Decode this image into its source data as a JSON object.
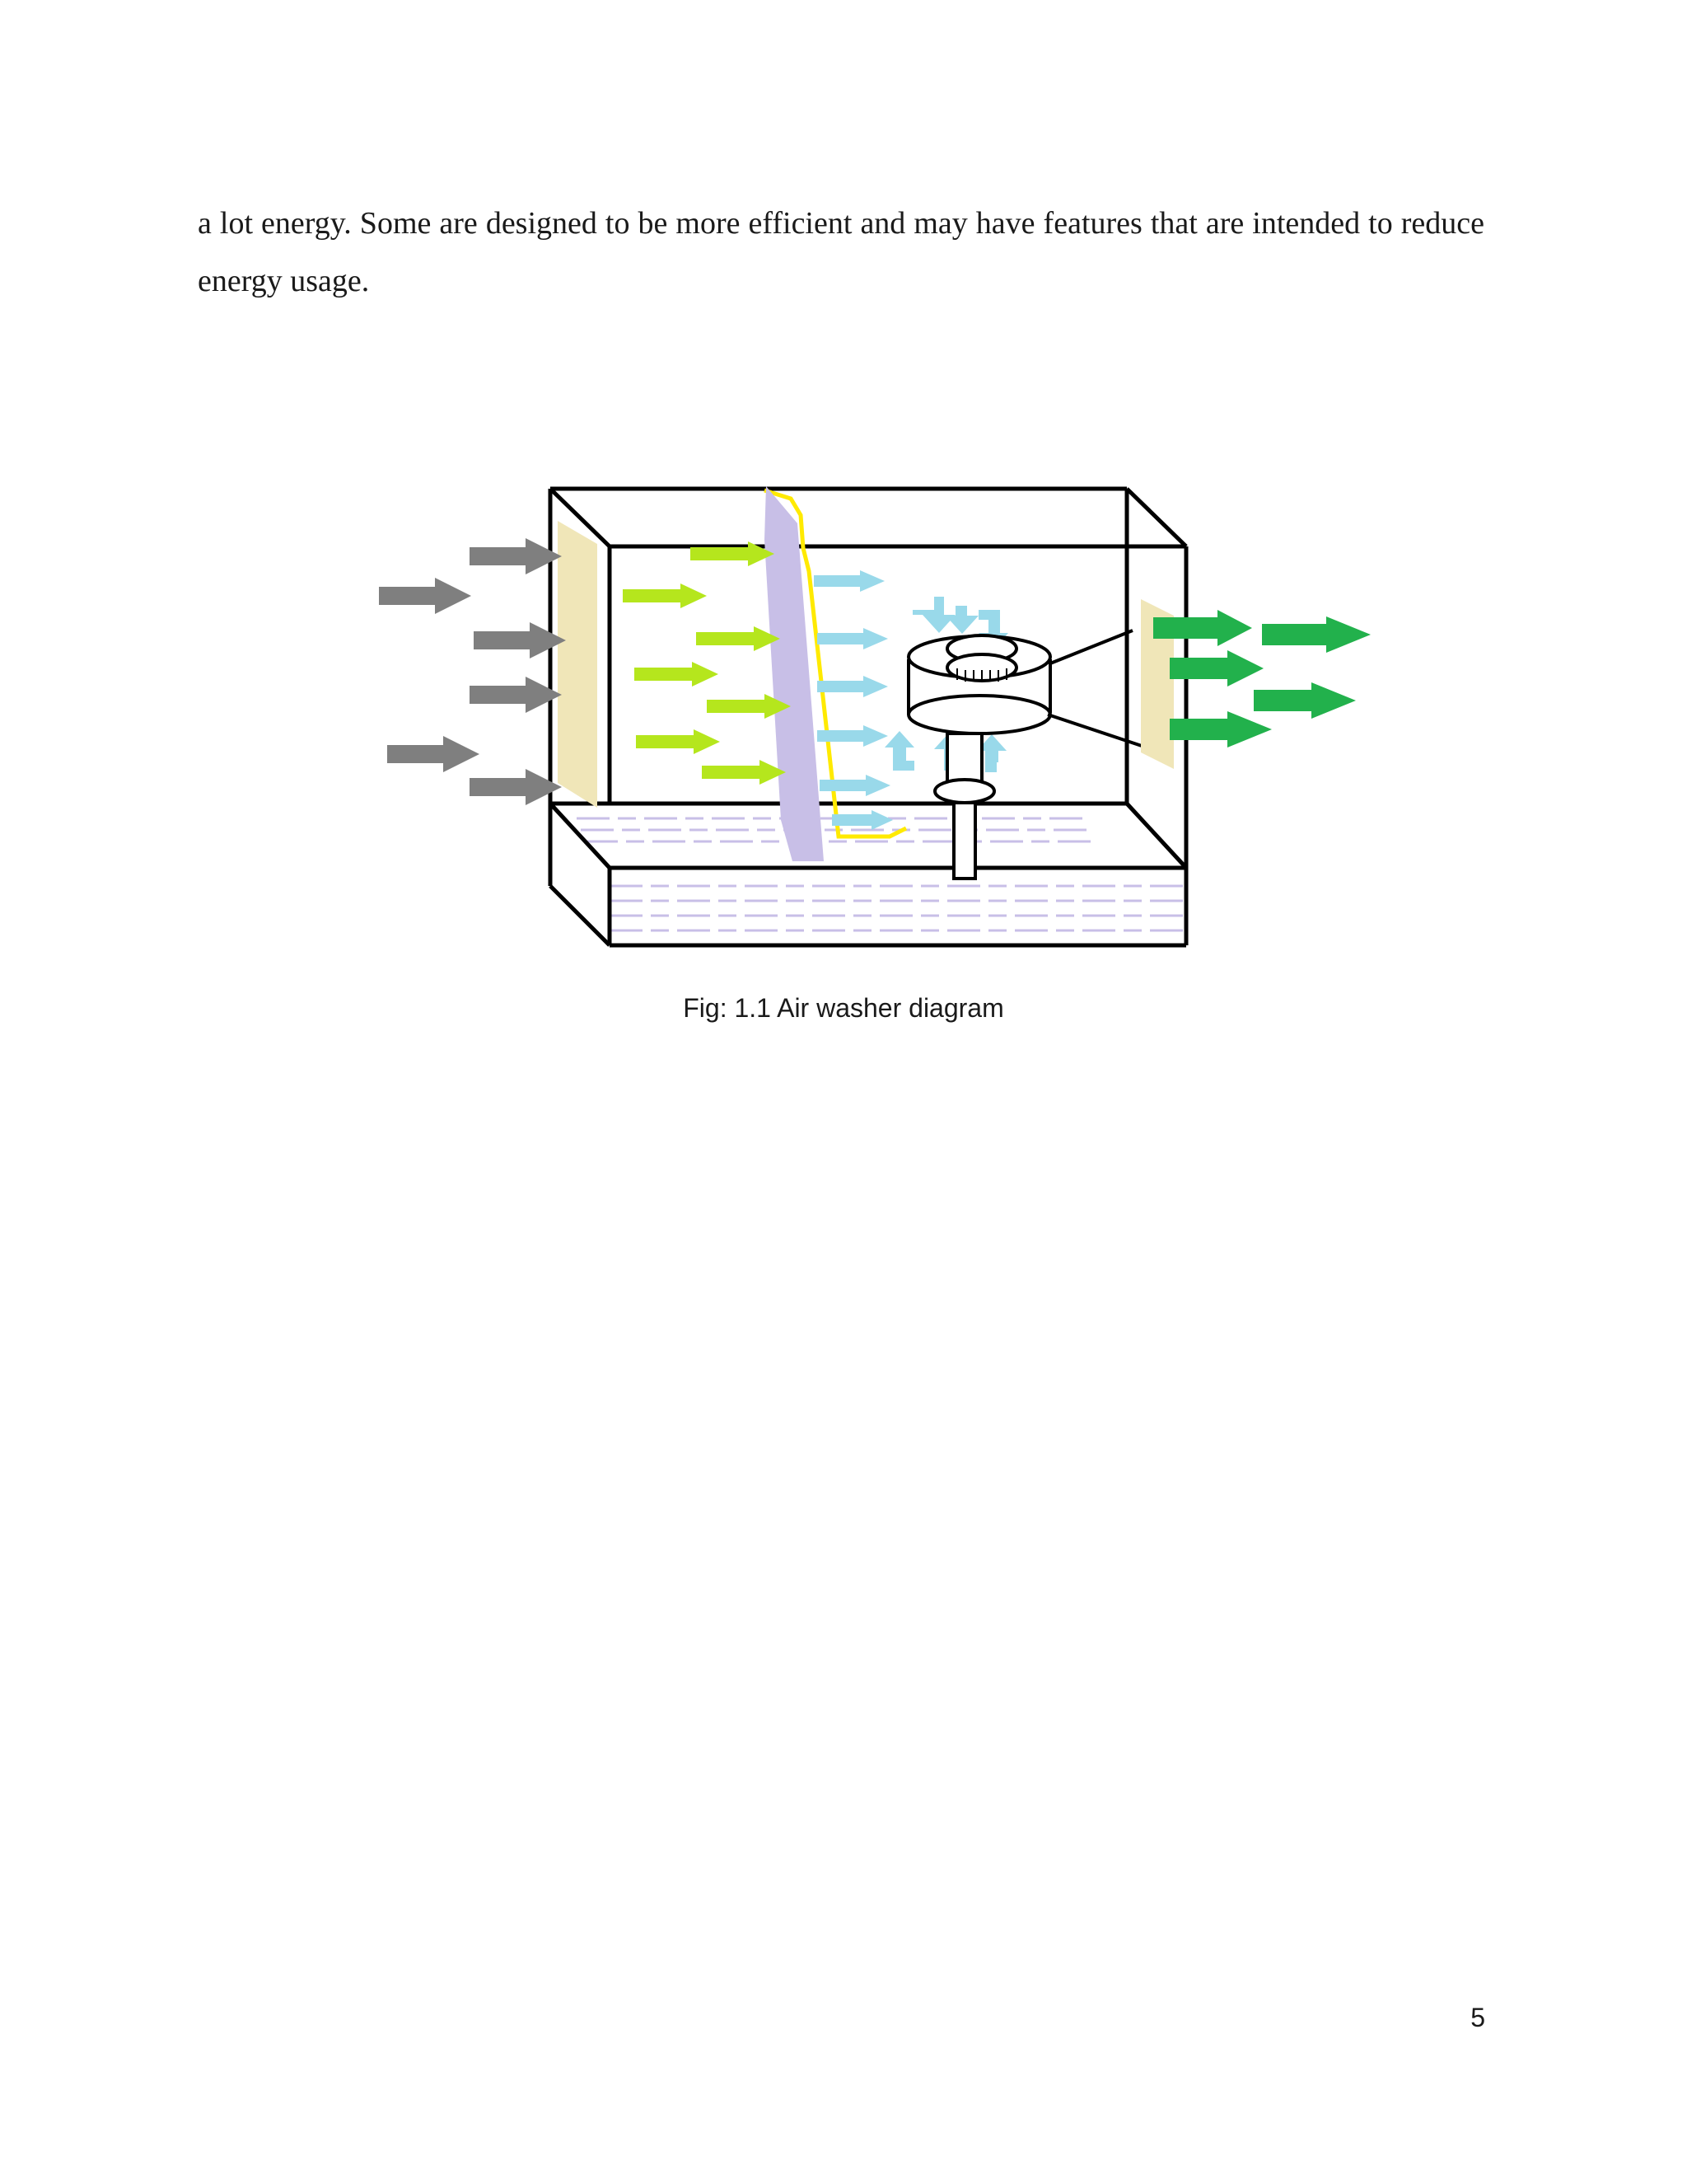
{
  "document": {
    "paragraph": "a lot energy. Some are designed to be more efficient and may have features that are intended to reduce energy usage.",
    "figure_caption": "Fig: 1.1 Air washer diagram",
    "page_number": "5"
  },
  "colors": {
    "outline": "#000000",
    "inlet_arrow": "#7f7f7f",
    "filter_pad": "#f0e6b8",
    "pre_spray_arrow": "#b5e61d",
    "spray_pad": "#c8bfe7",
    "cooled_arrow": "#99d9ea",
    "supply_pipe": "#ffea00",
    "outlet_arrow": "#22b14c",
    "water_line": "#c8bfe7"
  }
}
